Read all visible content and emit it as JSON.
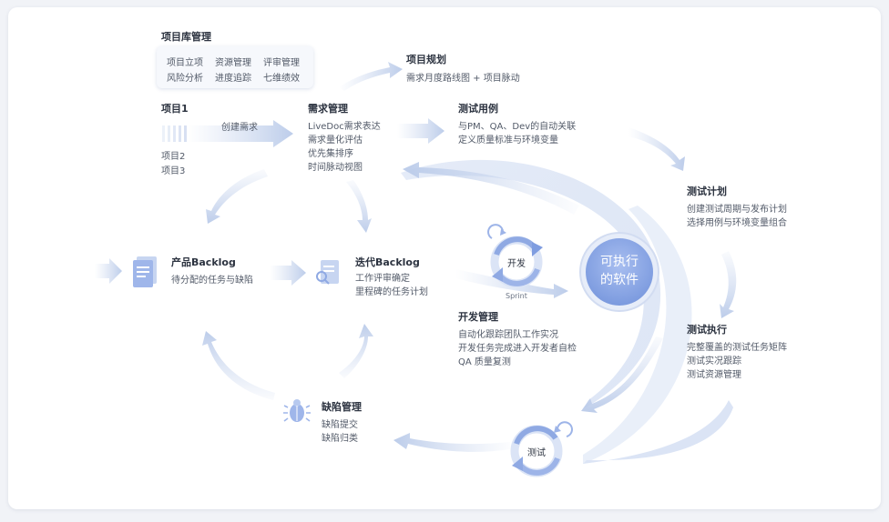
{
  "project_library": {
    "title": "项目库管理",
    "items": [
      "项目立项",
      "资源管理",
      "评审管理",
      "风险分析",
      "进度追踪",
      "七维绩效"
    ]
  },
  "project_planning": {
    "title": "项目规划",
    "lines": [
      "需求月度路线图 + 项目脉动"
    ]
  },
  "projects": {
    "title": "项目1",
    "action": "创建需求",
    "others": [
      "项目2",
      "项目3"
    ]
  },
  "requirement_mgmt": {
    "title": "需求管理",
    "lines": [
      "LiveDoc需求表达",
      "需求量化评估",
      "优先集排序",
      "时间脉动视图"
    ]
  },
  "test_cases": {
    "title": "测试用例",
    "lines": [
      "与PM、QA、Dev的自动关联",
      "定义质量标准与环境变量"
    ]
  },
  "test_plan": {
    "title": "测试计划",
    "lines": [
      "创建测试周期与发布计划",
      "选择用例与环境变量组合"
    ]
  },
  "product_backlog": {
    "title": "产品Backlog",
    "lines": [
      "待分配的任务与缺陷"
    ]
  },
  "iteration_backlog": {
    "title": "迭代Backlog",
    "lines": [
      "工作评审确定",
      "里程碑的任务计划"
    ]
  },
  "dev_cycle": {
    "label": "开发",
    "sub": "Sprint"
  },
  "center": {
    "line1": "可执行",
    "line2": "的软件"
  },
  "dev_mgmt": {
    "title": "开发管理",
    "lines": [
      "自动化跟踪团队工作实况",
      "开发任务完成进入开发者自检",
      "QA 质量复测"
    ]
  },
  "test_exec": {
    "title": "测试执行",
    "lines": [
      "完整覆盖的测试任务矩阵",
      "测试实况跟踪",
      "测试资源管理"
    ]
  },
  "defect_mgmt": {
    "title": "缺陷管理",
    "lines": [
      "缺陷提交",
      "缺陷归类"
    ]
  },
  "test_cycle": {
    "label": "测试"
  },
  "colors": {
    "arrow": "#c9d6ee",
    "accent": "#7f9de0",
    "icon": "#8fa9e3"
  },
  "icons": [
    "document-stack-icon",
    "search-document-icon",
    "bug-icon",
    "cycle-arrow-icon"
  ]
}
